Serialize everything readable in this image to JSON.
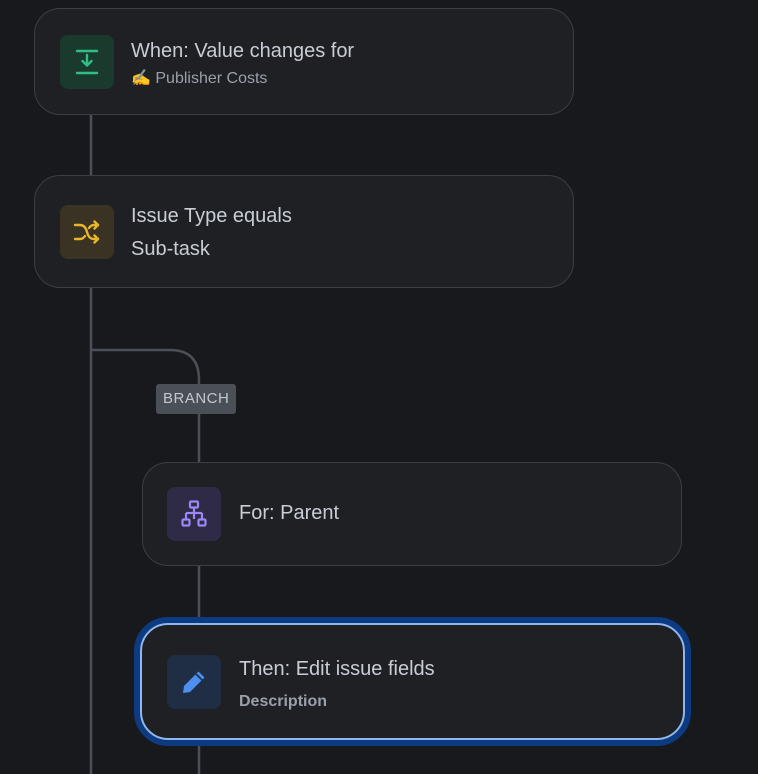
{
  "flow": {
    "trigger": {
      "title": "When: Value changes for",
      "field": "✍️ Publisher Costs",
      "icon": "download-arrow-icon",
      "icon_color": "#2fbf85"
    },
    "condition": {
      "title": "Issue Type equals",
      "value": "Sub-task",
      "icon": "shuffle-icon",
      "icon_color": "#e8b52e"
    },
    "branch": {
      "label": "BRANCH"
    },
    "branch_rule": {
      "title": "For: Parent",
      "icon": "hierarchy-icon",
      "icon_color": "#9b87f5"
    },
    "action": {
      "title": "Then: Edit issue fields",
      "field": "Description",
      "icon": "pencil-icon",
      "icon_color": "#4c8ff0",
      "selected": true
    }
  },
  "colors": {
    "background": "#18191c",
    "card": "#1f2024",
    "card_border": "#3b3e45",
    "connector": "#4a4f58",
    "selection_outer": "#0d3b82",
    "selection_inner": "#8fb6ee"
  }
}
